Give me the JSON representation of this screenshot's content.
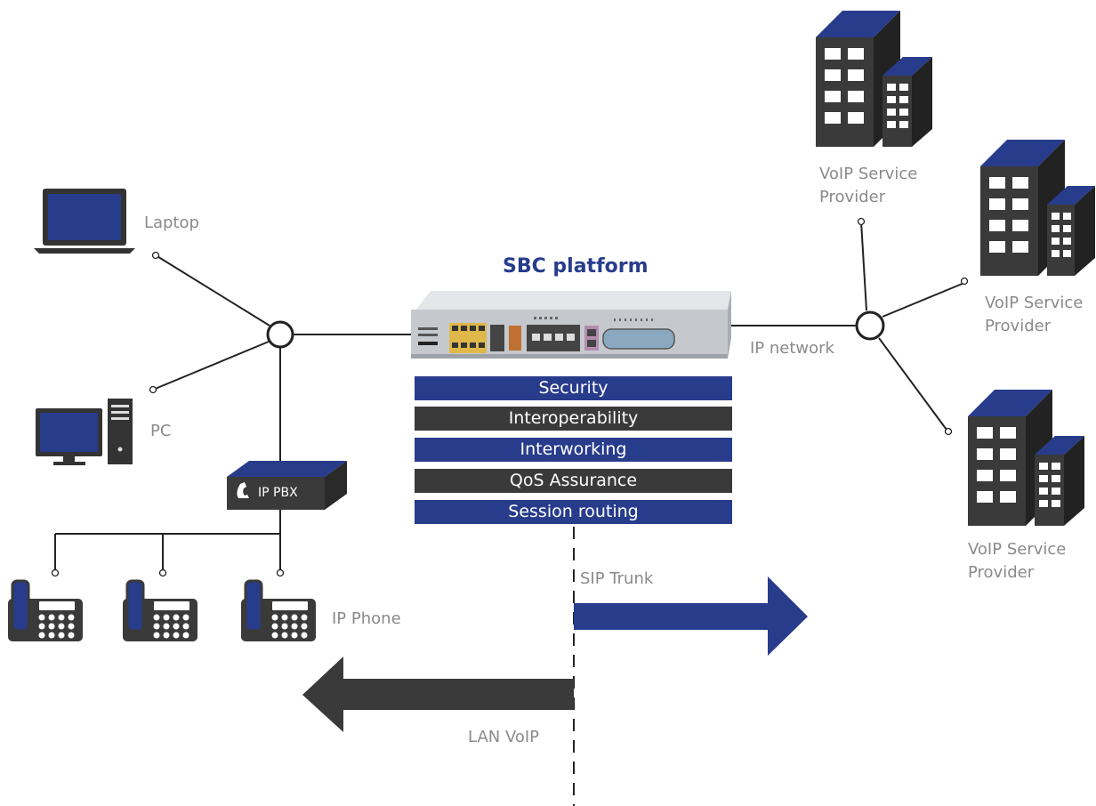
{
  "platform": {
    "title": "SBC platform",
    "functions": [
      "Security",
      "Interoperability",
      "Interworking",
      "QoS Assurance",
      "Session routing"
    ]
  },
  "labels": {
    "laptop": "Laptop",
    "pc": "PC",
    "ip_pbx": "IP PBX",
    "ip_phone": "IP Phone",
    "ip_network": "IP network",
    "sip_trunk": "SIP Trunk",
    "lan_voip": "LAN VoIP",
    "provider_line1": "VoIP Service",
    "provider_line2": "Provider"
  },
  "colors": {
    "brand_blue": "#283c8c",
    "dark_gray": "#3a3a3a",
    "label_gray": "#8a8a8a"
  }
}
